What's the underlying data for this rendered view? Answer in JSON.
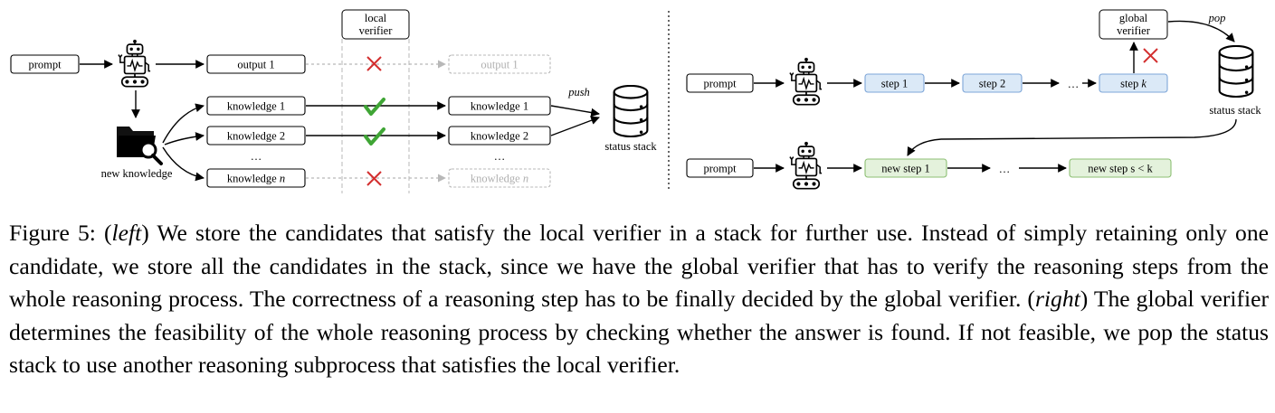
{
  "left": {
    "local_verifier": [
      "local",
      "verifier"
    ],
    "prompt": "prompt",
    "new_knowledge": "new knowledge",
    "output_1": "output 1",
    "knowledge_1": "knowledge 1",
    "knowledge_2": "knowledge 2",
    "knowledge_n_text": "knowledge",
    "knowledge_n_var": "n",
    "ellipsis": "…",
    "push": "push",
    "status_stack": "status stack"
  },
  "right": {
    "global_verifier": [
      "global",
      "verifier"
    ],
    "pop": "pop",
    "status_stack": "status stack",
    "prompt_top": "prompt",
    "prompt_bottom": "prompt",
    "step_1": "step 1",
    "step_2": "step 2",
    "step_k_text": "step",
    "step_k_var": "k",
    "ellipsis": "…",
    "new_step_1": "new step 1",
    "new_step_s": "new step s < k"
  },
  "colors": {
    "check": "#3fa535",
    "cross": "#d32f2f",
    "step_fill": "#dbe9f7",
    "step_stroke": "#7ea6d8",
    "new_step_fill": "#e4f2dc",
    "new_step_stroke": "#8cbf73",
    "faded": "#b0b0b0"
  },
  "icons": [
    "robot-icon",
    "folder-search-icon",
    "database-icon",
    "check-icon",
    "cross-icon"
  ],
  "caption": {
    "figure_label": "Figure 5:",
    "part1_open": "(",
    "left_word": "left",
    "part1_close": ")",
    "text1": " We store the candidates that satisfy the local verifier in a stack for further use. Instead of simply retaining only one candidate, we store all the candidates in the stack, since we have the global verifier that has to verify the reasoning steps from the whole reasoning process. The correctness of a reasoning step has to be finally decided by the global verifier. ",
    "part2_open": "(",
    "right_word": "right",
    "part2_close": ")",
    "text2": " The global verifier determines the feasibility of the whole reasoning process by checking whether the answer is found. If not feasible, we pop the status stack to use another reasoning subprocess that satisfies the local verifier."
  }
}
